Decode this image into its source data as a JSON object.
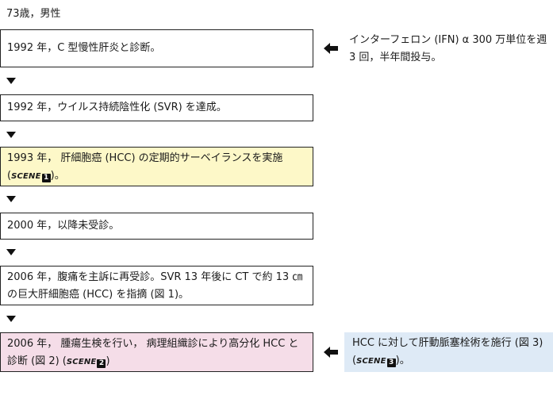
{
  "header": "73歳，男性",
  "colors": {
    "yellow": "#fdf8c8",
    "pink": "#f5dde8",
    "blue": "#deeaf6",
    "border": "#222222"
  },
  "steps": [
    {
      "text": "1992 年，C 型慢性肝炎と診断。"
    },
    {
      "text": "1992 年，ウイルス持続陰性化 (SVR) を達成。"
    },
    {
      "line1": "1993 年，  肝細胞癌 (HCC)  の定期的サーベイランスを実施",
      "line2_open": "(",
      "scene_label": "SCENE",
      "scene_num": "1",
      "line2_close": ")。"
    },
    {
      "text": "2000 年，以降未受診。"
    },
    {
      "line1": "2006 年，腹痛を主訴に再受診。SVR 13 年後に CT で約 13 ㎝",
      "line2": "の巨大肝細胞癌 (HCC) を指摘 (図 1)。"
    },
    {
      "line1": "2006 年，  腫瘍生検を行い，  病理組織診により高分化 HCC と",
      "line2_open": "診断 (図 2) (",
      "scene_label": "SCENE",
      "scene_num": "2",
      "line2_close": ")"
    }
  ],
  "side": {
    "ifn_line1": "インターフェロン (IFN)  α 300 万単位を週",
    "ifn_line2": "3 回，半年間投与。",
    "tace_line1": "HCC に対して肝動脈塞栓術を施行 (図 3)",
    "tace_line2_open": "(",
    "tace_scene_label": "SCENE",
    "tace_scene_num": "3",
    "tace_line2_close": ")。"
  },
  "icons": {
    "down": "triangle-down-icon",
    "left": "arrow-left-icon"
  }
}
